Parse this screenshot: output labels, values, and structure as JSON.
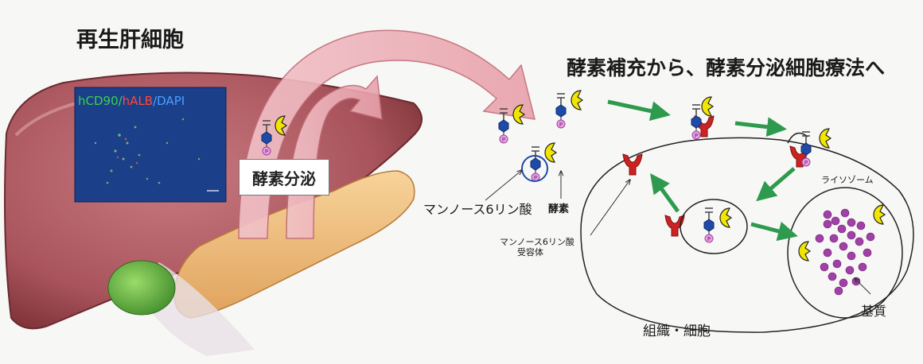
{
  "title_left": "再生肝細胞",
  "title_right": "酵素補充から、酵素分泌細胞療法へ",
  "stain": {
    "part1": "hCD90/",
    "part2": "hALB",
    "part3": "/DAPI"
  },
  "secrete_label": "酵素分泌",
  "labels": {
    "m6p": "マンノース6リン酸",
    "enzyme": "酵素",
    "receptor_line1": "マンノース6リン酸",
    "receptor_line2": "受容体",
    "lysosome": "ライソゾーム",
    "substrate": "基質",
    "tissue": "組織・細胞"
  },
  "colors": {
    "liver": "#b5636a",
    "gallbladder": "#5aa83a",
    "pancreas": "#f0c07a",
    "enzyme": "#f2e600",
    "receptor": "#cc2222",
    "arrow": "#2e9a4e",
    "m6p_hex": "#1f4aa8",
    "phosphate": "#e9a0e0",
    "substrate": "#a040a8"
  }
}
